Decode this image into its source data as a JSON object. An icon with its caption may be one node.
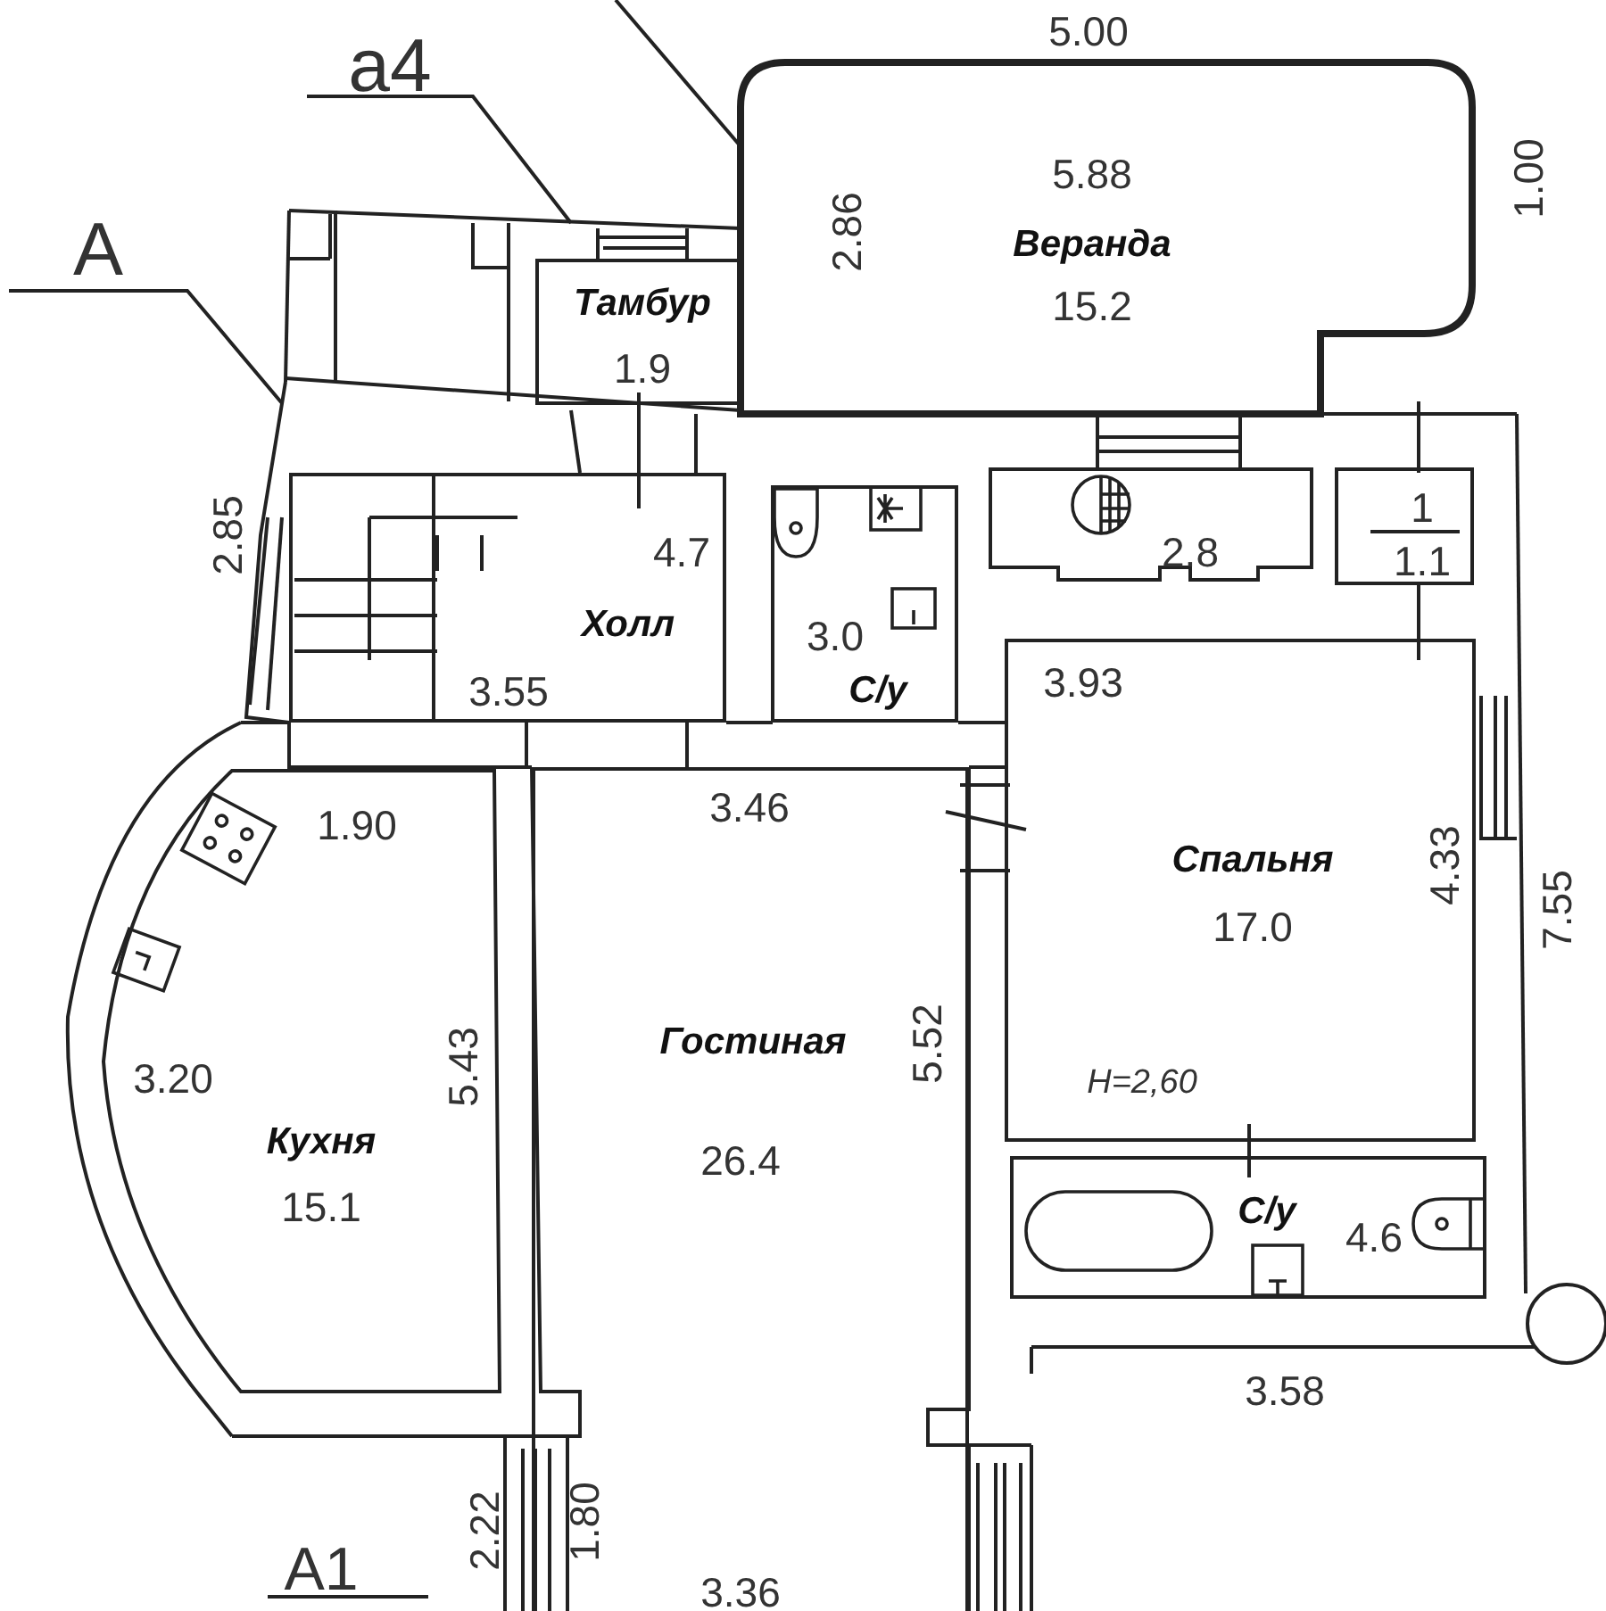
{
  "diagram": {
    "nodes": [
      {
        "text": [
          "Тамбур",
          "1.9"
        ]
      },
      {
        "text": [
          "Веранда",
          "15.2"
        ]
      },
      {
        "text": [
          "4.7",
          "Холл"
        ]
      },
      {
        "text": [
          "3.0",
          "С/у"
        ]
      },
      {
        "text": [
          "2.8"
        ]
      },
      {
        "text": [
          "1",
          "1.1"
        ]
      },
      {
        "text": [
          "Кухня",
          "15.1"
        ]
      },
      {
        "text": [
          "Гостиная",
          "26.4"
        ]
      },
      {
        "text": [
          "Спальня",
          "17.0"
        ]
      },
      {
        "text": [
          "С/у",
          "4.6"
        ]
      },
      {
        "text": [
          "A"
        ]
      },
      {
        "text": [
          "a4"
        ]
      }
    ],
    "edges": [
      {
        "from": 10,
        "to": null,
        "arrow": "none"
      },
      {
        "from": 11,
        "to": null,
        "arrow": "none"
      },
      {
        "from": null,
        "to": 1,
        "arrow": "none"
      }
    ],
    "labels": [
      "5.00",
      "5.88",
      "2.86",
      "1.00",
      "2.85",
      "3.55",
      "3.93",
      "1.90",
      "3.46",
      "4.33",
      "7.55",
      "3.20",
      "5.43",
      "5.52",
      "H=2,60",
      "3.58",
      "A1",
      "2.22",
      "1.80",
      "3.36"
    ]
  }
}
